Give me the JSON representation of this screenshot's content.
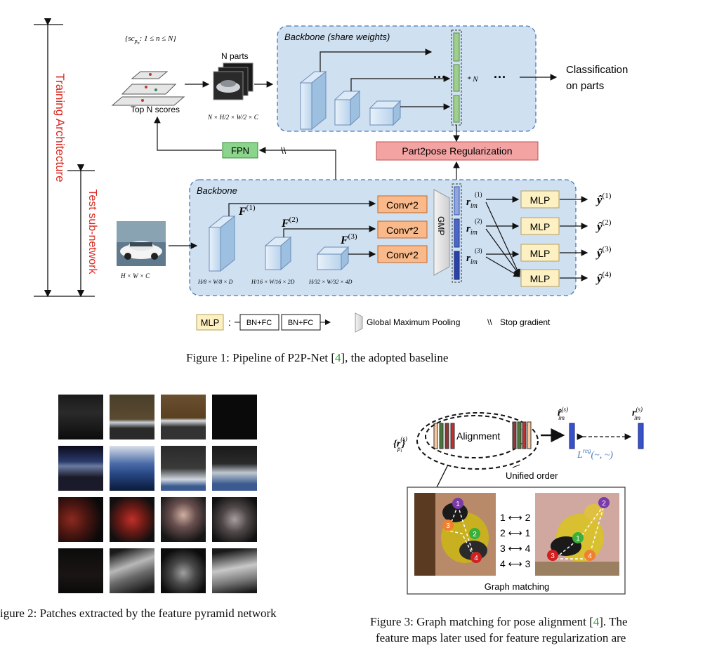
{
  "figure1": {
    "training_architecture": "Training Architecture",
    "test_subnetwork": "Test sub-network",
    "top_scores_formula": "{sc",
    "top_scores_formula_sub": "p",
    "top_scores_formula_subsub": "n",
    "top_scores_formula_rest": ": 1 ≤ n ≤ N}",
    "top_n_scores": "Top N scores",
    "n_parts": "N parts",
    "parts_dim": "N × H/2 × W/2 × C",
    "backbone_shared": "Backbone (share weights)",
    "times_n": "* N",
    "dots": "···",
    "classification": "Classification",
    "on_parts": "on parts",
    "part2pose": "Part2pose Regularization",
    "fpn": "FPN",
    "backbone": "Backbone",
    "F1": "F",
    "F1_sup": "(1)",
    "F2": "F",
    "F2_sup": "(2)",
    "F3": "F",
    "F3_sup": "(3)",
    "conv": "Conv*2",
    "gmp": "GMP",
    "r_im": "r",
    "r_sub": "im",
    "r1_sup": "(1)",
    "r2_sup": "(2)",
    "r3_sup": "(3)",
    "mlp": "MLP",
    "y1": "ŷ",
    "y_sup1": "(1)",
    "y_sup2": "(2)",
    "y_sup3": "(3)",
    "y_sup4": "(4)",
    "input_dim": "H × W × C",
    "dim1": "H/8 × W/8 × D",
    "dim2": "H/16 × W/16 × 2D",
    "dim3": "H/32 × W/32 × 4D",
    "legend_mlp": "MLP",
    "legend_colon": ":",
    "legend_bnfc": "BN+FC",
    "legend_gmp": "Global Maximum Pooling",
    "legend_stop_symbol": "\\\\",
    "legend_stop": "Stop gradient"
  },
  "caption1": {
    "text": "Figure 1: Pipeline of P2P-Net [",
    "ref": "4",
    "end": "], the adopted baseline"
  },
  "caption2": {
    "text": "igure 2: Patches extracted by the feature pyramid network"
  },
  "figure3": {
    "r_pi": "{r",
    "r_pi_sup": "(s)",
    "r_pi_sub": "p",
    "r_pi_subsub": "i",
    "alignment": "Alignment",
    "unified_order": "Unified order",
    "rhat": "r̂",
    "rhat_sup": "(s)",
    "rhat_sub": "im",
    "r": "r",
    "r_sup": "(s)",
    "r_sub": "im",
    "lreg": "L",
    "lreg_sup": "reg",
    "lreg_args": "(~, ~)",
    "mapping": [
      "1 ⟷ 2",
      "2 ⟷ 1",
      "3 ⟷ 4",
      "4 ⟷ 3"
    ],
    "graph_matching": "Graph matching",
    "bird1_nodes": [
      "1",
      "2",
      "3",
      "4"
    ],
    "bird2_nodes": [
      "1",
      "2",
      "3",
      "4"
    ]
  },
  "caption3": {
    "line1": "Figure 3: Graph matching for pose alignment [",
    "ref": "4",
    "line1_end": "]. The",
    "line2": "feature maps later used for feature regularization are"
  },
  "colors": {
    "backbone_fill": "#cfe0f1",
    "backbone_border": "#4a78b8",
    "part2pose": "#f4a3a3",
    "fpn": "#8bd48b",
    "conv": "#f9b98a",
    "mlp": "#fdf0c2",
    "red_text": "#d7281f",
    "ref_green": "#2a9d2a"
  }
}
